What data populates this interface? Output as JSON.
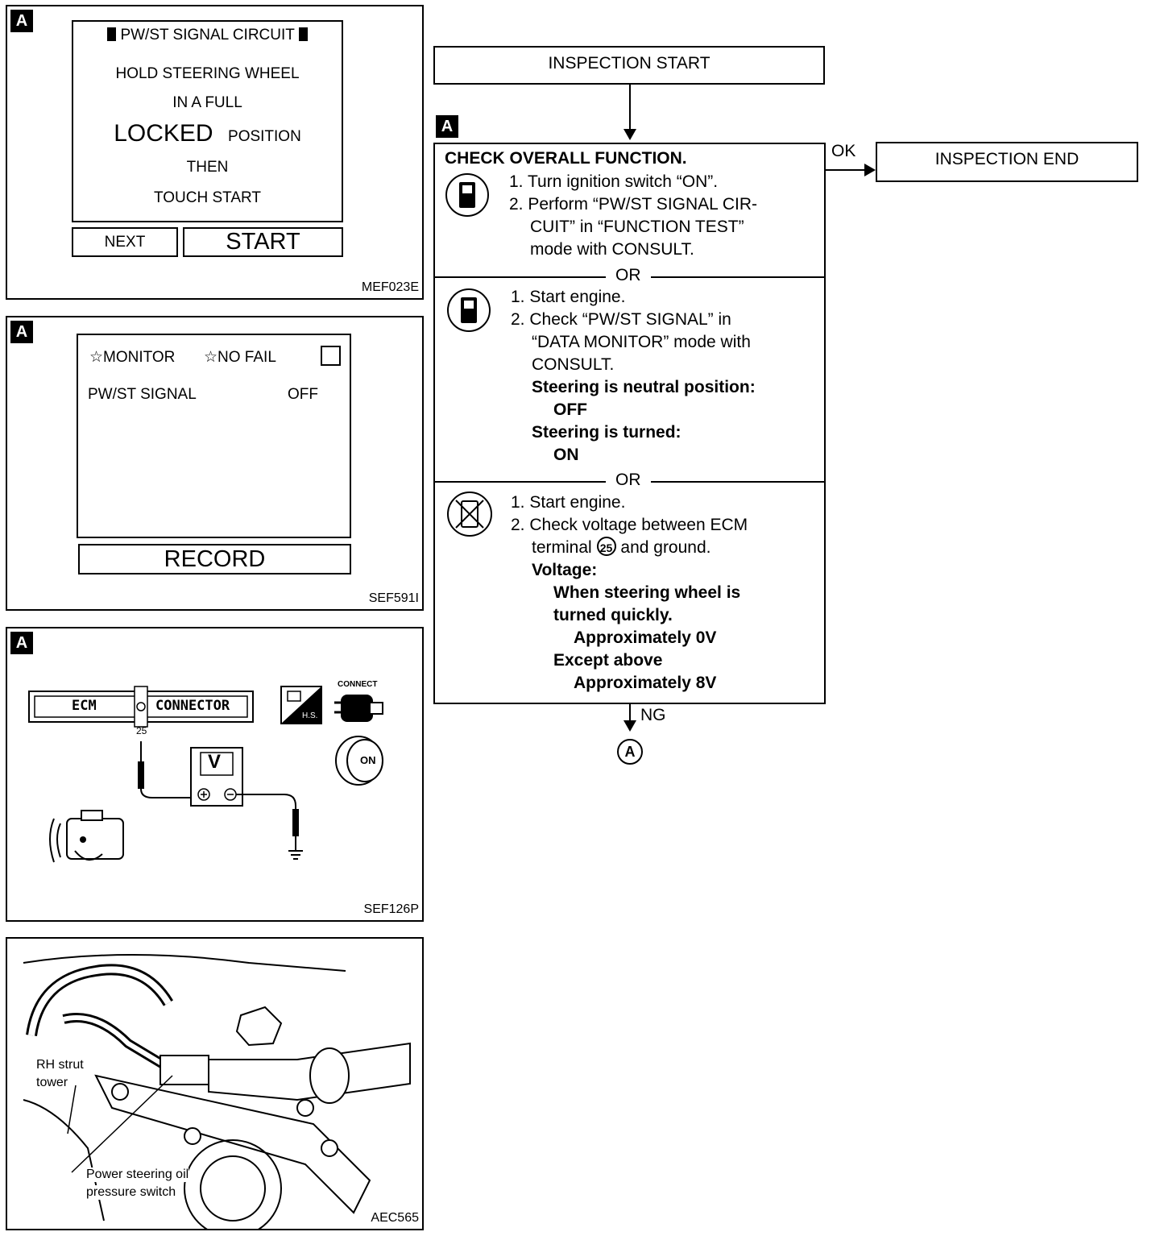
{
  "figure_tag": "A",
  "panel1": {
    "header": "PW/ST SIGNAL CIRCUIT",
    "line1": "HOLD STEERING WHEEL",
    "line2": "IN A FULL",
    "locked_big": "LOCKED",
    "locked_small": "POSITION",
    "line4": "THEN",
    "line5": "TOUCH START",
    "btn_next": "NEXT",
    "btn_start": "START",
    "code": "MEF023E"
  },
  "panel2": {
    "monitor": "☆MONITOR",
    "nofail": "☆NO FAIL",
    "signal_name": "PW/ST SIGNAL",
    "signal_value": "OFF",
    "btn_record": "RECORD",
    "code": "SEF591I"
  },
  "panel3": {
    "ecm": "ECM",
    "connector": "CONNECTOR",
    "terminal": "25",
    "meter": "V",
    "hs": "H.S.",
    "connect": "CONNECT",
    "on": "ON",
    "code": "SEF126P"
  },
  "panel4": {
    "label_rh1": "RH strut",
    "label_rh2": "tower",
    "label_ps1": "Power steering oil",
    "label_ps2": "pressure switch",
    "code": "AEC565"
  },
  "flow": {
    "start": "INSPECTION START",
    "end": "INSPECTION END",
    "ok": "OK",
    "ng": "NG",
    "connector_a": "A",
    "check_title": "CHECK OVERALL FUNCTION.",
    "or": "OR",
    "sec1": {
      "s1": "1. Turn ignition switch “ON”.",
      "s2a": "2. Perform “PW/ST SIGNAL CIR-",
      "s2b": "CUIT” in “FUNCTION TEST”",
      "s2c": "mode with CONSULT."
    },
    "sec2": {
      "s1": "1. Start engine.",
      "s2a": "2. Check “PW/ST SIGNAL” in",
      "s2b": "“DATA MONITOR” mode with",
      "s2c": "CONSULT.",
      "neutral": "Steering is neutral position:",
      "off": "OFF",
      "turned": "Steering is turned:",
      "on": "ON"
    },
    "sec3": {
      "s1": "1. Start engine.",
      "s2a": "2. Check voltage between ECM",
      "s2b_pre": "terminal",
      "s2b_num": "25",
      "s2b_post": "and ground.",
      "voltage": "Voltage:",
      "when1": "When steering wheel is",
      "when2": "turned quickly.",
      "approx0": "Approximately 0V",
      "except": "Except above",
      "approx8": "Approximately 8V"
    }
  }
}
